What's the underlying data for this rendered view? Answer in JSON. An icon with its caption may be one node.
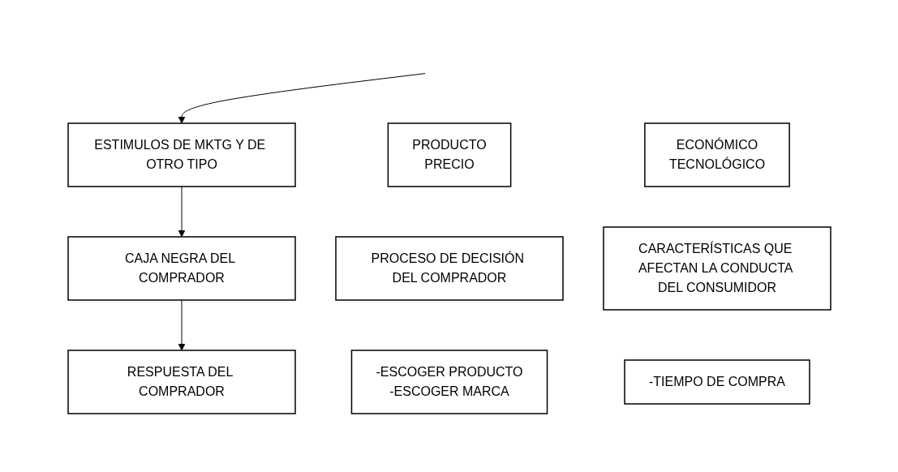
{
  "diagram": {
    "nodes": [
      {
        "text": [
          "PRODUCTO",
          "PRECIO"
        ]
      },
      {
        "text": [
          "ESTIMULOS DE MKTG Y DE OTRO TIPO"
        ]
      },
      {
        "text": [
          "ECONÓMICO",
          "TECNOLÓGICO"
        ]
      },
      {
        "text": [
          "PROCESO DE DECISIÓN DEL COMPRADOR"
        ]
      },
      {
        "text": [
          "CAJA NEGRA DEL COMPRADOR"
        ]
      },
      {
        "text": [
          "CARACTERÍSTICAS QUE AFECTAN LA CONDUCTA DEL CONSUMIDOR"
        ]
      },
      {
        "text": [
          "-ESCOGER PRODUCTO",
          "-ESCOGER MARCA"
        ]
      },
      {
        "text": [
          "RESPUESTA DEL COMPRADOR"
        ]
      },
      {
        "text": [
          "-TIEMPO DE COMPRA"
        ]
      }
    ],
    "edges": [
      {
        "from": null,
        "to": 1,
        "arrow": "to"
      },
      {
        "from": 1,
        "to": 4,
        "arrow": "to"
      },
      {
        "from": 4,
        "to": 7,
        "arrow": "to"
      }
    ]
  }
}
